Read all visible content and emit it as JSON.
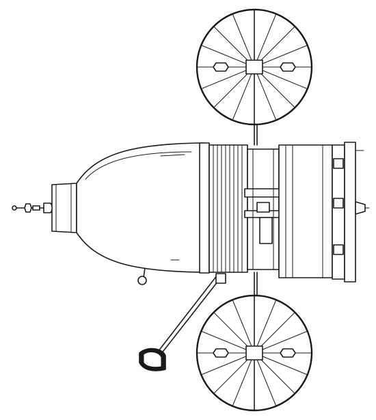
{
  "figure": {
    "colors": {
      "ink": "#1a1a1a",
      "paper": "#ffffff"
    },
    "parts": [
      "nose-probe",
      "capsule-body",
      "ribbed-ring",
      "equipment-module",
      "engine-section",
      "solar-panel-top",
      "solar-panel-bottom",
      "antenna-boom",
      "dish-antenna",
      "side-sensor"
    ]
  }
}
